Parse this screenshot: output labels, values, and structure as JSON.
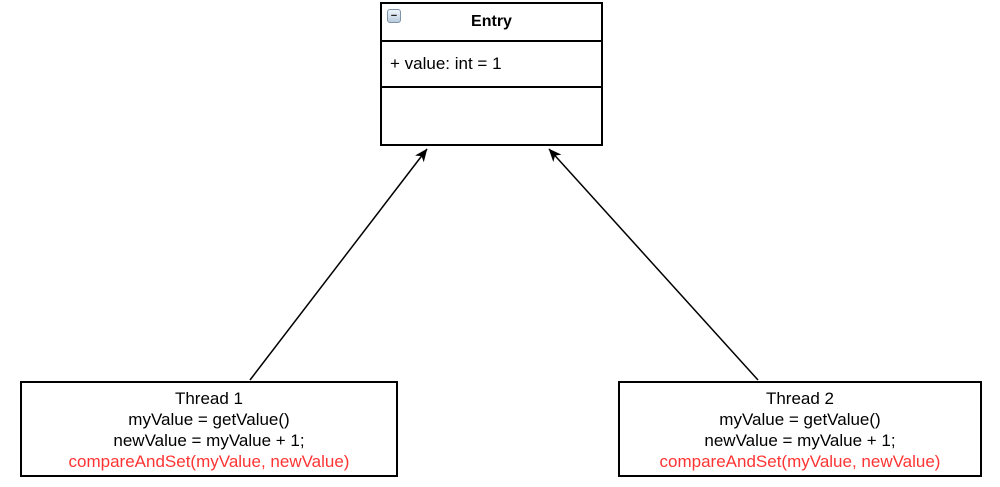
{
  "entry_class": {
    "name": "Entry",
    "attributes": [
      "+ value: int = 1"
    ],
    "operations": []
  },
  "threads": [
    {
      "title": "Thread 1",
      "lines": [
        "myValue = getValue()",
        "newValue = myValue + 1;"
      ],
      "highlight": "compareAndSet(myValue, newValue)"
    },
    {
      "title": "Thread 2",
      "lines": [
        "myValue = getValue()",
        "newValue = myValue + 1;"
      ],
      "highlight": "compareAndSet(myValue, newValue)"
    }
  ],
  "icons": {
    "collapse_glyph": "−"
  },
  "colors": {
    "highlight_text": "#ff3333",
    "node_border": "#000000",
    "canvas_background": "#ffffff"
  }
}
